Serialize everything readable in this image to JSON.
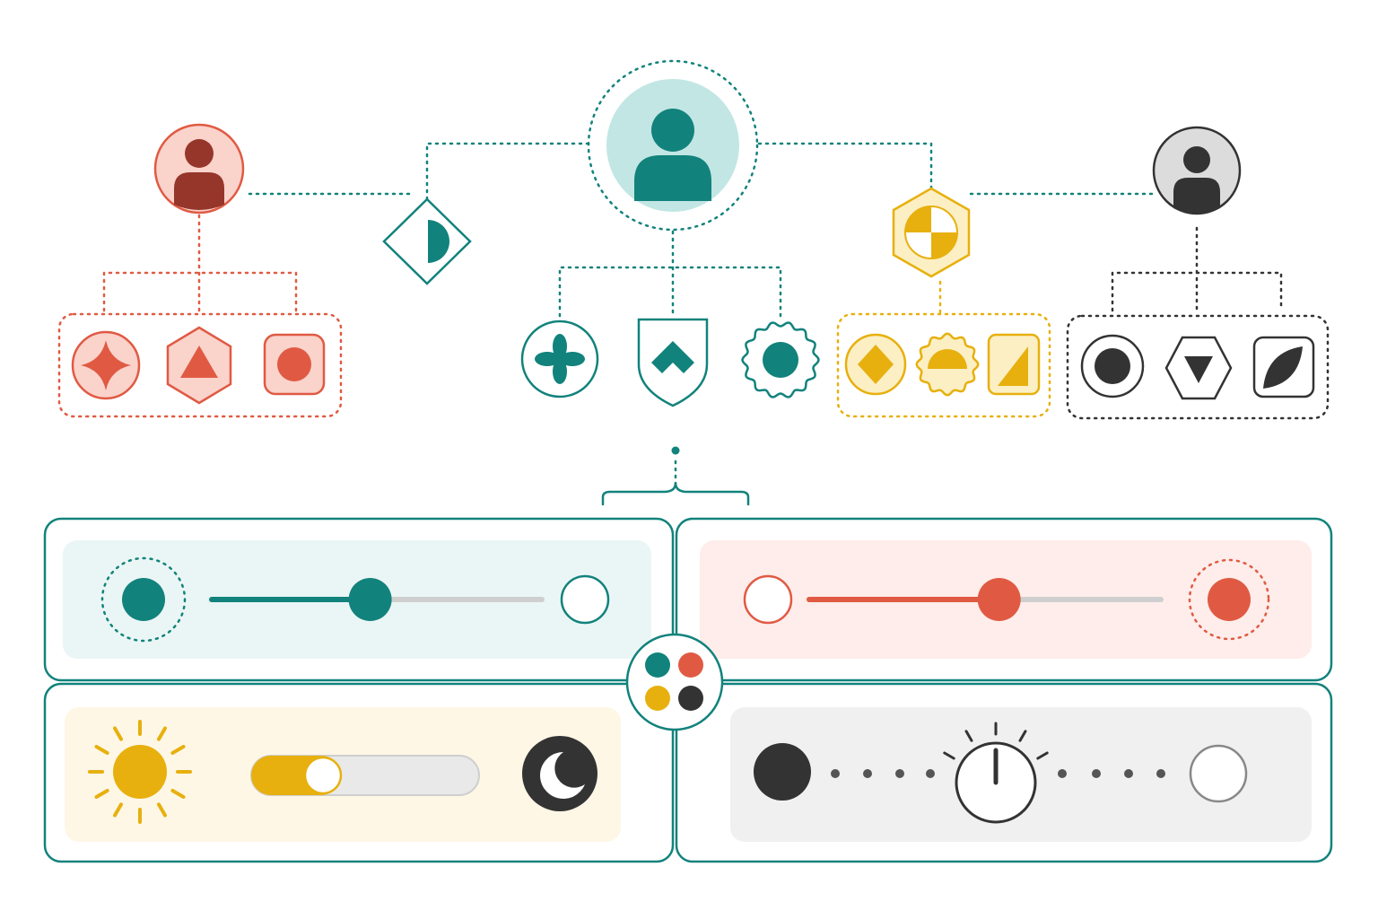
{
  "colors": {
    "teal": "#12827C",
    "teal_light": "#C2E6E4",
    "coral": "#E05A43",
    "coral_light": "#FAD3CB",
    "maroon": "#96362A",
    "yellow": "#E7B00E",
    "yellow_light": "#FCEFC4",
    "dark": "#333333",
    "gray_light": "#DCDCDC"
  },
  "hierarchy": {
    "center_user": {
      "icon": "user-icon",
      "color": "teal"
    },
    "left_user": {
      "icon": "user-icon",
      "color": "coral"
    },
    "right_user": {
      "icon": "user-icon",
      "color": "dark"
    },
    "left_connector": {
      "icon": "half-circle-diamond-icon",
      "color": "teal"
    },
    "right_connector": {
      "icon": "quartered-circle-hexagon-icon",
      "color": "yellow"
    },
    "groups": [
      {
        "name": "coral",
        "icons": [
          "four-point-star-icon",
          "triangle-in-hexagon-icon",
          "circle-in-square-icon"
        ]
      },
      {
        "name": "teal",
        "icons": [
          "clover-icon",
          "chevron-shield-icon",
          "circle-badge-icon"
        ]
      },
      {
        "name": "yellow",
        "icons": [
          "diamond-in-circle-icon",
          "half-circle-badge-icon",
          "triangle-in-square-icon"
        ]
      },
      {
        "name": "dark",
        "icons": [
          "circle-in-circle-icon",
          "triangle-in-hexagon-icon",
          "leaf-in-square-icon"
        ]
      }
    ]
  },
  "controls": {
    "teal_slider": {
      "value": 0.48
    },
    "coral_slider": {
      "value": 0.54
    },
    "theme_toggle": {
      "state": "light",
      "left_icon": "sun-icon",
      "right_icon": "moon-icon"
    },
    "dial": {
      "left_icon": "filled-circle-icon",
      "right_icon": "empty-circle-icon",
      "knob_icon": "dial-knob-icon"
    },
    "center_hub": {
      "icon": "palette-dots-icon"
    }
  }
}
